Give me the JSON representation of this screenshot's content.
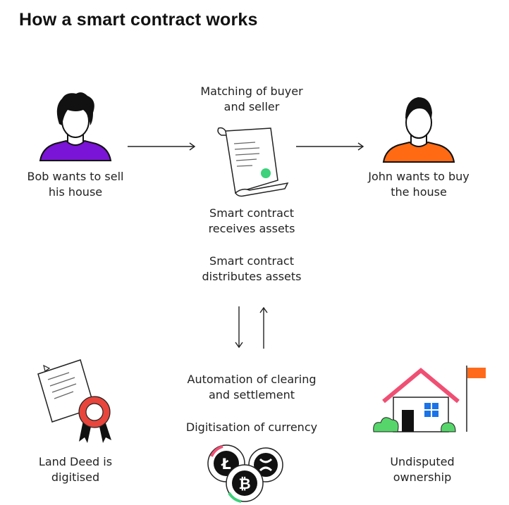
{
  "title": "How a smart contract works",
  "seller": {
    "line1": "Bob wants to sell",
    "line2": "his house"
  },
  "buyer": {
    "line1": "John wants to buy",
    "line2": "the house"
  },
  "matching": {
    "line1": "Matching of buyer",
    "line2": "and seller"
  },
  "receives": {
    "line1": "Smart contract",
    "line2": "receives assets"
  },
  "distributes": {
    "line1": "Smart contract",
    "line2": "distributes assets"
  },
  "automation": {
    "line1": "Automation of clearing",
    "line2": "and settlement"
  },
  "digitisation": "Digitisation of currency",
  "deed": {
    "line1": "Land Deed is",
    "line2": "digitised"
  },
  "ownership": {
    "line1": "Undisputed",
    "line2": "ownership"
  },
  "colors": {
    "bob_shirt": "#7a14d6",
    "john_shirt": "#ff6a13",
    "seal_green": "#3cd17a",
    "roof_pink": "#ef4f73",
    "window_blue": "#1a73e8",
    "bush_green": "#56d66a",
    "flag_orange": "#ff6a1a",
    "ribbon_red": "#e8453c"
  },
  "icons": [
    "person-icon",
    "contract-scroll-icon",
    "arrow-right-icon",
    "arrow-down-icon",
    "arrow-up-icon",
    "land-deed-icon",
    "house-icon",
    "flag-icon",
    "litecoin-icon",
    "ripple-icon",
    "bitcoin-icon"
  ]
}
